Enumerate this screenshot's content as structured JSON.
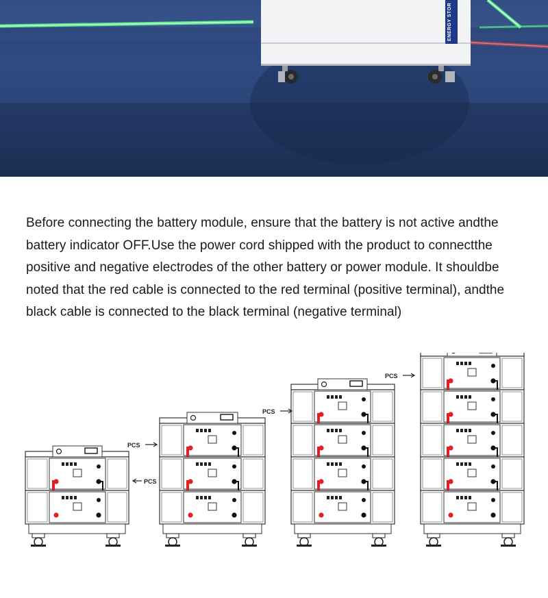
{
  "hero": {
    "cabinet_brand_text": "ENERGY STOR"
  },
  "description": {
    "text": "Before connecting the battery module, ensure that the battery is not active andthe battery indicator OFF.Use the power cord shipped with the product to connectthe positive and negative electrodes of the other battery or power module. It shouldbe noted that the red cable is connected to the red terminal (positive terminal), andthe black cable is connected to the black terminal (negative terminal)"
  },
  "diagram": {
    "configurations": [
      {
        "modules": 2,
        "pcs_label": "PCS"
      },
      {
        "modules": 3,
        "pcs_label": "PCS"
      },
      {
        "modules": 4,
        "pcs_label": "PCS"
      },
      {
        "modules": 5,
        "pcs_label": "PCS"
      }
    ],
    "colors": {
      "positive_cable": "#e31e24",
      "negative_cable": "#111111",
      "outline": "#333333"
    }
  }
}
